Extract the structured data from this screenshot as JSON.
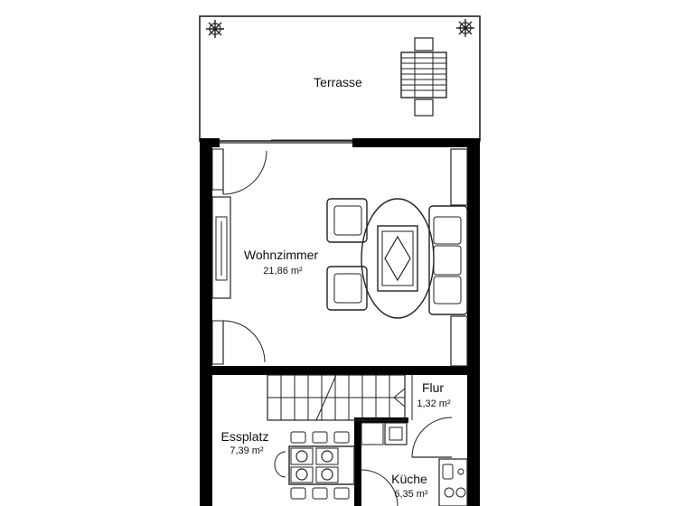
{
  "rooms": {
    "terrasse": {
      "name": "Terrasse"
    },
    "wohnzimmer": {
      "name": "Wohnzimmer",
      "area": "21,86 m²"
    },
    "flur": {
      "name": "Flur",
      "area": "1,32 m²"
    },
    "essplatz": {
      "name": "Essplatz",
      "area": "7,39 m²"
    },
    "kueche": {
      "name": "Küche",
      "area": "6,35 m²"
    }
  },
  "colors": {
    "wall": "#000000",
    "line": "#222222",
    "background": "#ffffff"
  }
}
